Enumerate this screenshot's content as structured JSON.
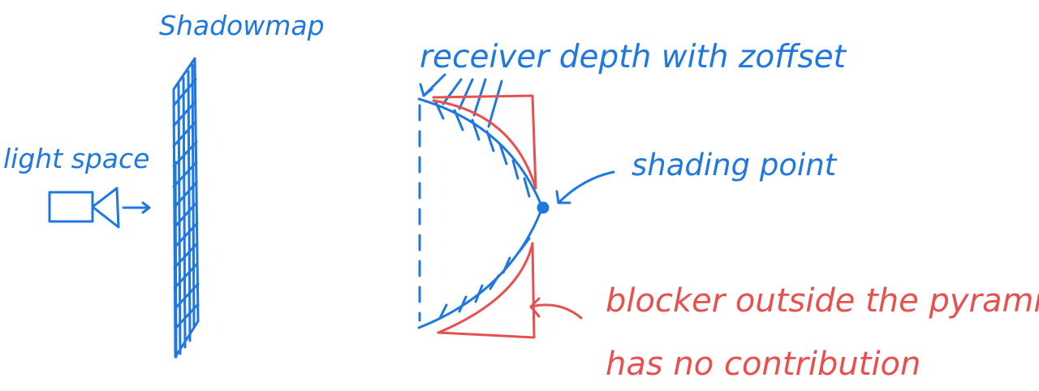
{
  "labels": {
    "shadowmap": "Shadowmap",
    "light_space": "light space",
    "receiver_depth": "receiver depth with zoffset",
    "shading_point": "shading point",
    "blocker_line1": "blocker outside the pyramid",
    "blocker_line2": "has no contribution"
  },
  "colors": {
    "ink_blue": "#1f78e0",
    "ink_red": "#e8504f",
    "background": "#ffffff"
  }
}
